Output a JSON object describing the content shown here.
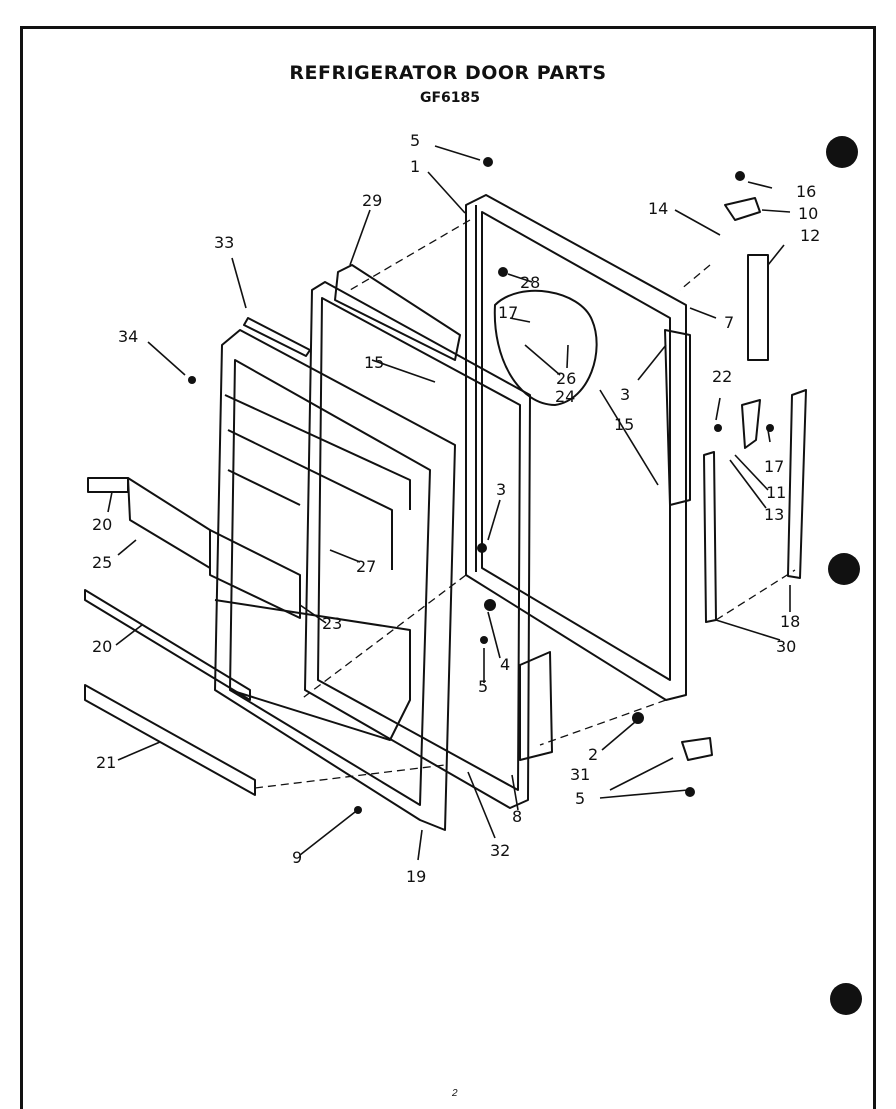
{
  "title": "REFRIGERATOR DOOR PARTS",
  "model": "GF6185",
  "page_number": "2",
  "callouts": [
    "1",
    "2",
    "3",
    "3",
    "4",
    "5",
    "5",
    "5",
    "7",
    "8",
    "9",
    "10",
    "11",
    "12",
    "13",
    "14",
    "15",
    "15",
    "16",
    "17",
    "17",
    "18",
    "19",
    "20",
    "20",
    "21",
    "22",
    "23",
    "24",
    "25",
    "26",
    "27",
    "28",
    "29",
    "30",
    "31",
    "32",
    "33",
    "34"
  ]
}
